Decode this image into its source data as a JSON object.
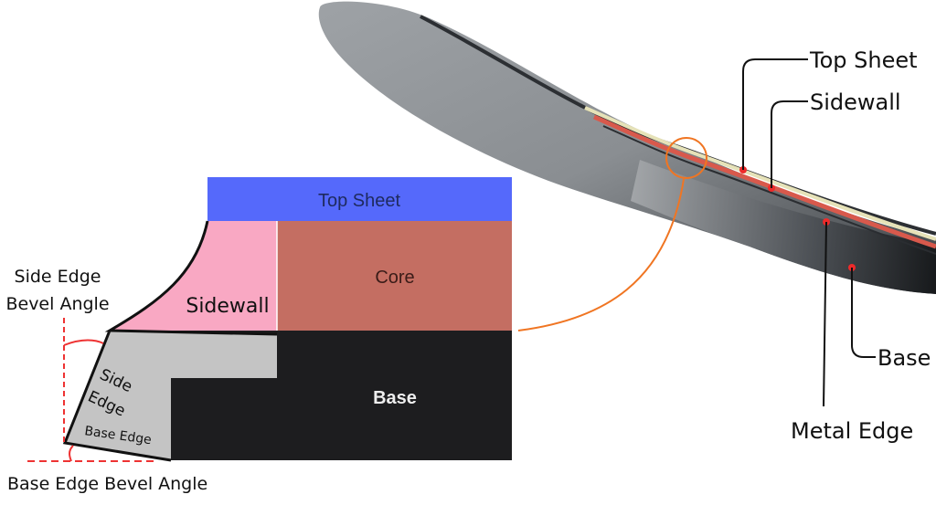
{
  "cross_section": {
    "layers": {
      "top_sheet": {
        "label": "Top Sheet",
        "color": "#5569fb"
      },
      "core": {
        "label": "Core",
        "color": "#c46e62"
      },
      "sidewall": {
        "label": "Sidewall",
        "color": "#f9a8c3"
      },
      "base": {
        "label": "Base",
        "color": "#1d1d1f"
      },
      "edge": {
        "color": "#c4c4c4"
      }
    },
    "edge_labels": {
      "side_edge_line1": "Side",
      "side_edge_line2": "Edge",
      "base_edge": "Base Edge"
    },
    "angles": {
      "side_bevel_line1": "Side Edge",
      "side_bevel_line2": "Bevel Angle",
      "base_bevel": "Base Edge Bevel Angle",
      "guide_color": "#ee3333"
    }
  },
  "ski_photo": {
    "callouts": [
      {
        "label": "Top Sheet"
      },
      {
        "label": "Sidewall"
      },
      {
        "label": "Metal Edge"
      },
      {
        "label": "Base"
      }
    ],
    "marker_color": "#ee2a2a",
    "zoom_circle_color": "#f07522"
  }
}
